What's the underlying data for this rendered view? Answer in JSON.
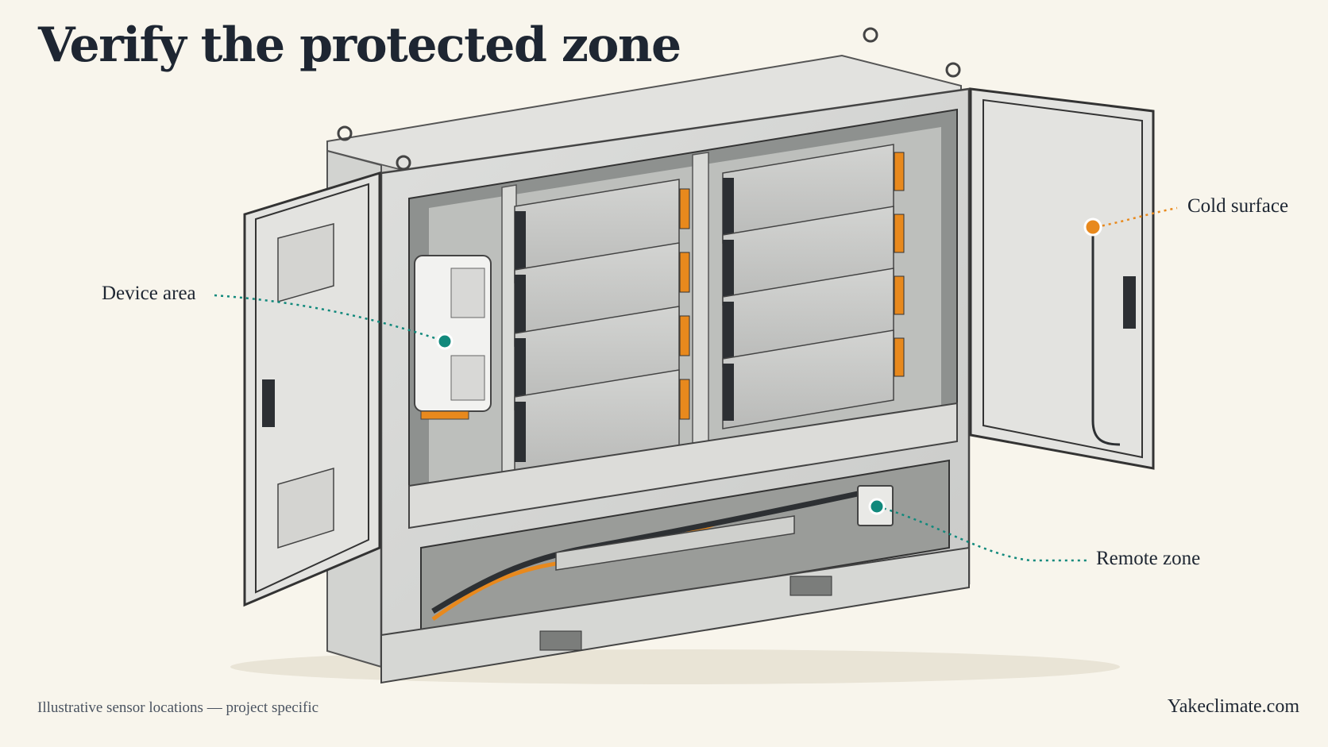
{
  "title": "Verify the protected zone",
  "callouts": {
    "device_area": "Device area",
    "cold_surface": "Cold surface",
    "remote_zone": "Remote zone"
  },
  "footer": {
    "note": "Illustrative sensor locations — project specific",
    "brand": "Yakeclimate.com"
  },
  "colors": {
    "teal_marker": "#11897c",
    "orange_marker": "#e8891d",
    "background": "#f8f5ec"
  }
}
